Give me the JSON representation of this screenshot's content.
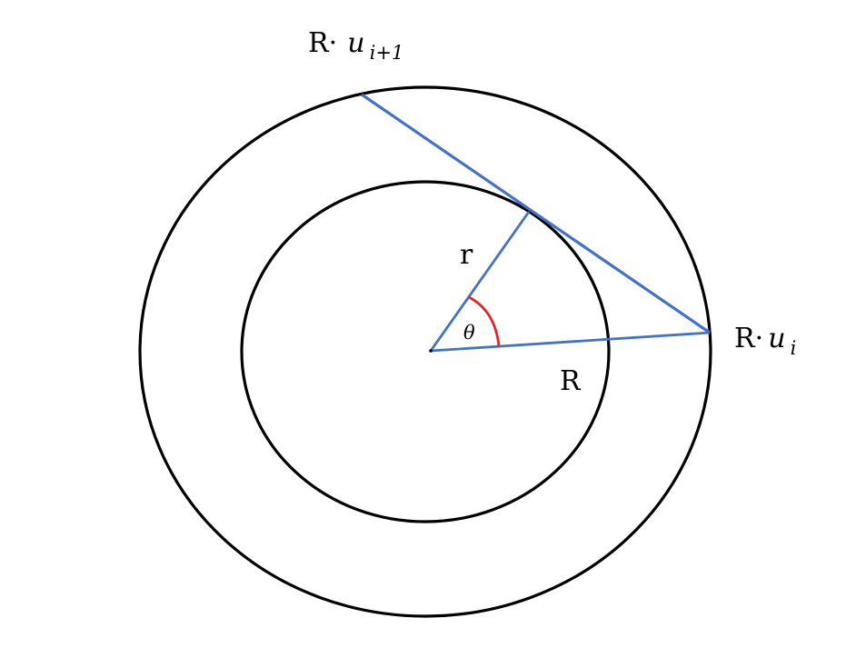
{
  "labels": {
    "top_prefix": "R·",
    "top_var": "u",
    "top_sub": "i+1",
    "right_prefix": "R·",
    "right_var": "u",
    "right_sub": "i",
    "inner_radius": "r",
    "outer_radius": "R",
    "angle": "θ"
  },
  "colors": {
    "circle": "#000000",
    "segment": "#4472C4",
    "angle_arc": "#E0262B"
  }
}
